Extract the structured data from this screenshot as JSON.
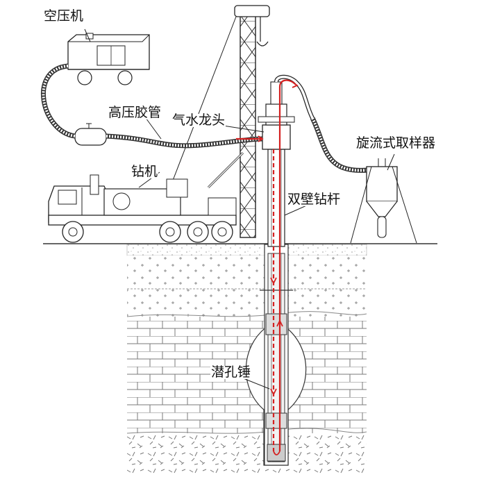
{
  "labels": {
    "compressor": "空压机",
    "hose": "高压胶管",
    "swivel": "气水龙头",
    "cyclone": "旋流式取样器",
    "rig": "钻机",
    "pipe": "双壁钻杆",
    "hammer": "潜孔锤"
  },
  "colors": {
    "line": "#222222",
    "flow": "#d42020",
    "hose": "#555555",
    "ground": "#9a9a9a"
  }
}
